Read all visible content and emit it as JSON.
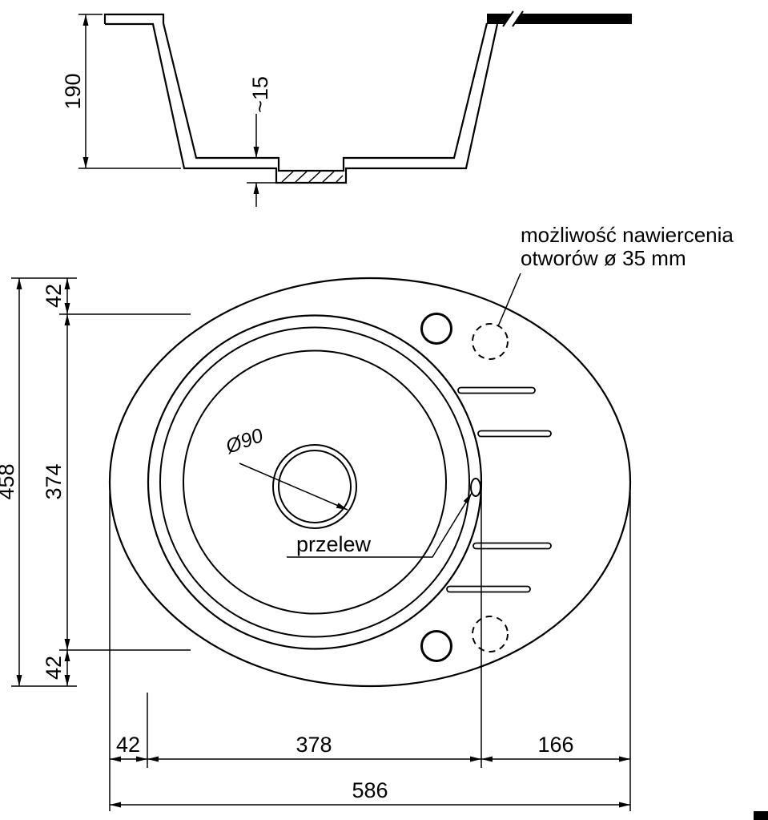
{
  "colors": {
    "ink": "#000000",
    "paper": "#ffffff"
  },
  "section_view": {
    "height_label": "190",
    "recess_label": "~15"
  },
  "plan_view": {
    "drill_note_line1": "możliwość nawiercenia",
    "drill_note_line2": "otworów ø 35 mm",
    "overflow_label": "przelew",
    "drain_diameter_label": "Ø90"
  },
  "dimensions": {
    "overall_height": "458",
    "rim_to_bowl_top": "42",
    "bowl_height": "374",
    "bowl_bottom_to_rim": "42",
    "rim_to_bowl_left": "42",
    "bowl_width": "378",
    "drainer_width": "166",
    "overall_width": "586"
  }
}
